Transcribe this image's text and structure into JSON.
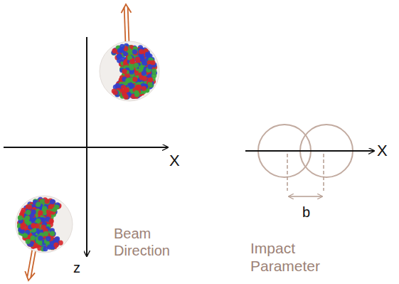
{
  "diagram": {
    "labels": [
      "X",
      "z",
      "Beam Direction",
      "X",
      "b",
      "Impact Parameter"
    ]
  }
}
